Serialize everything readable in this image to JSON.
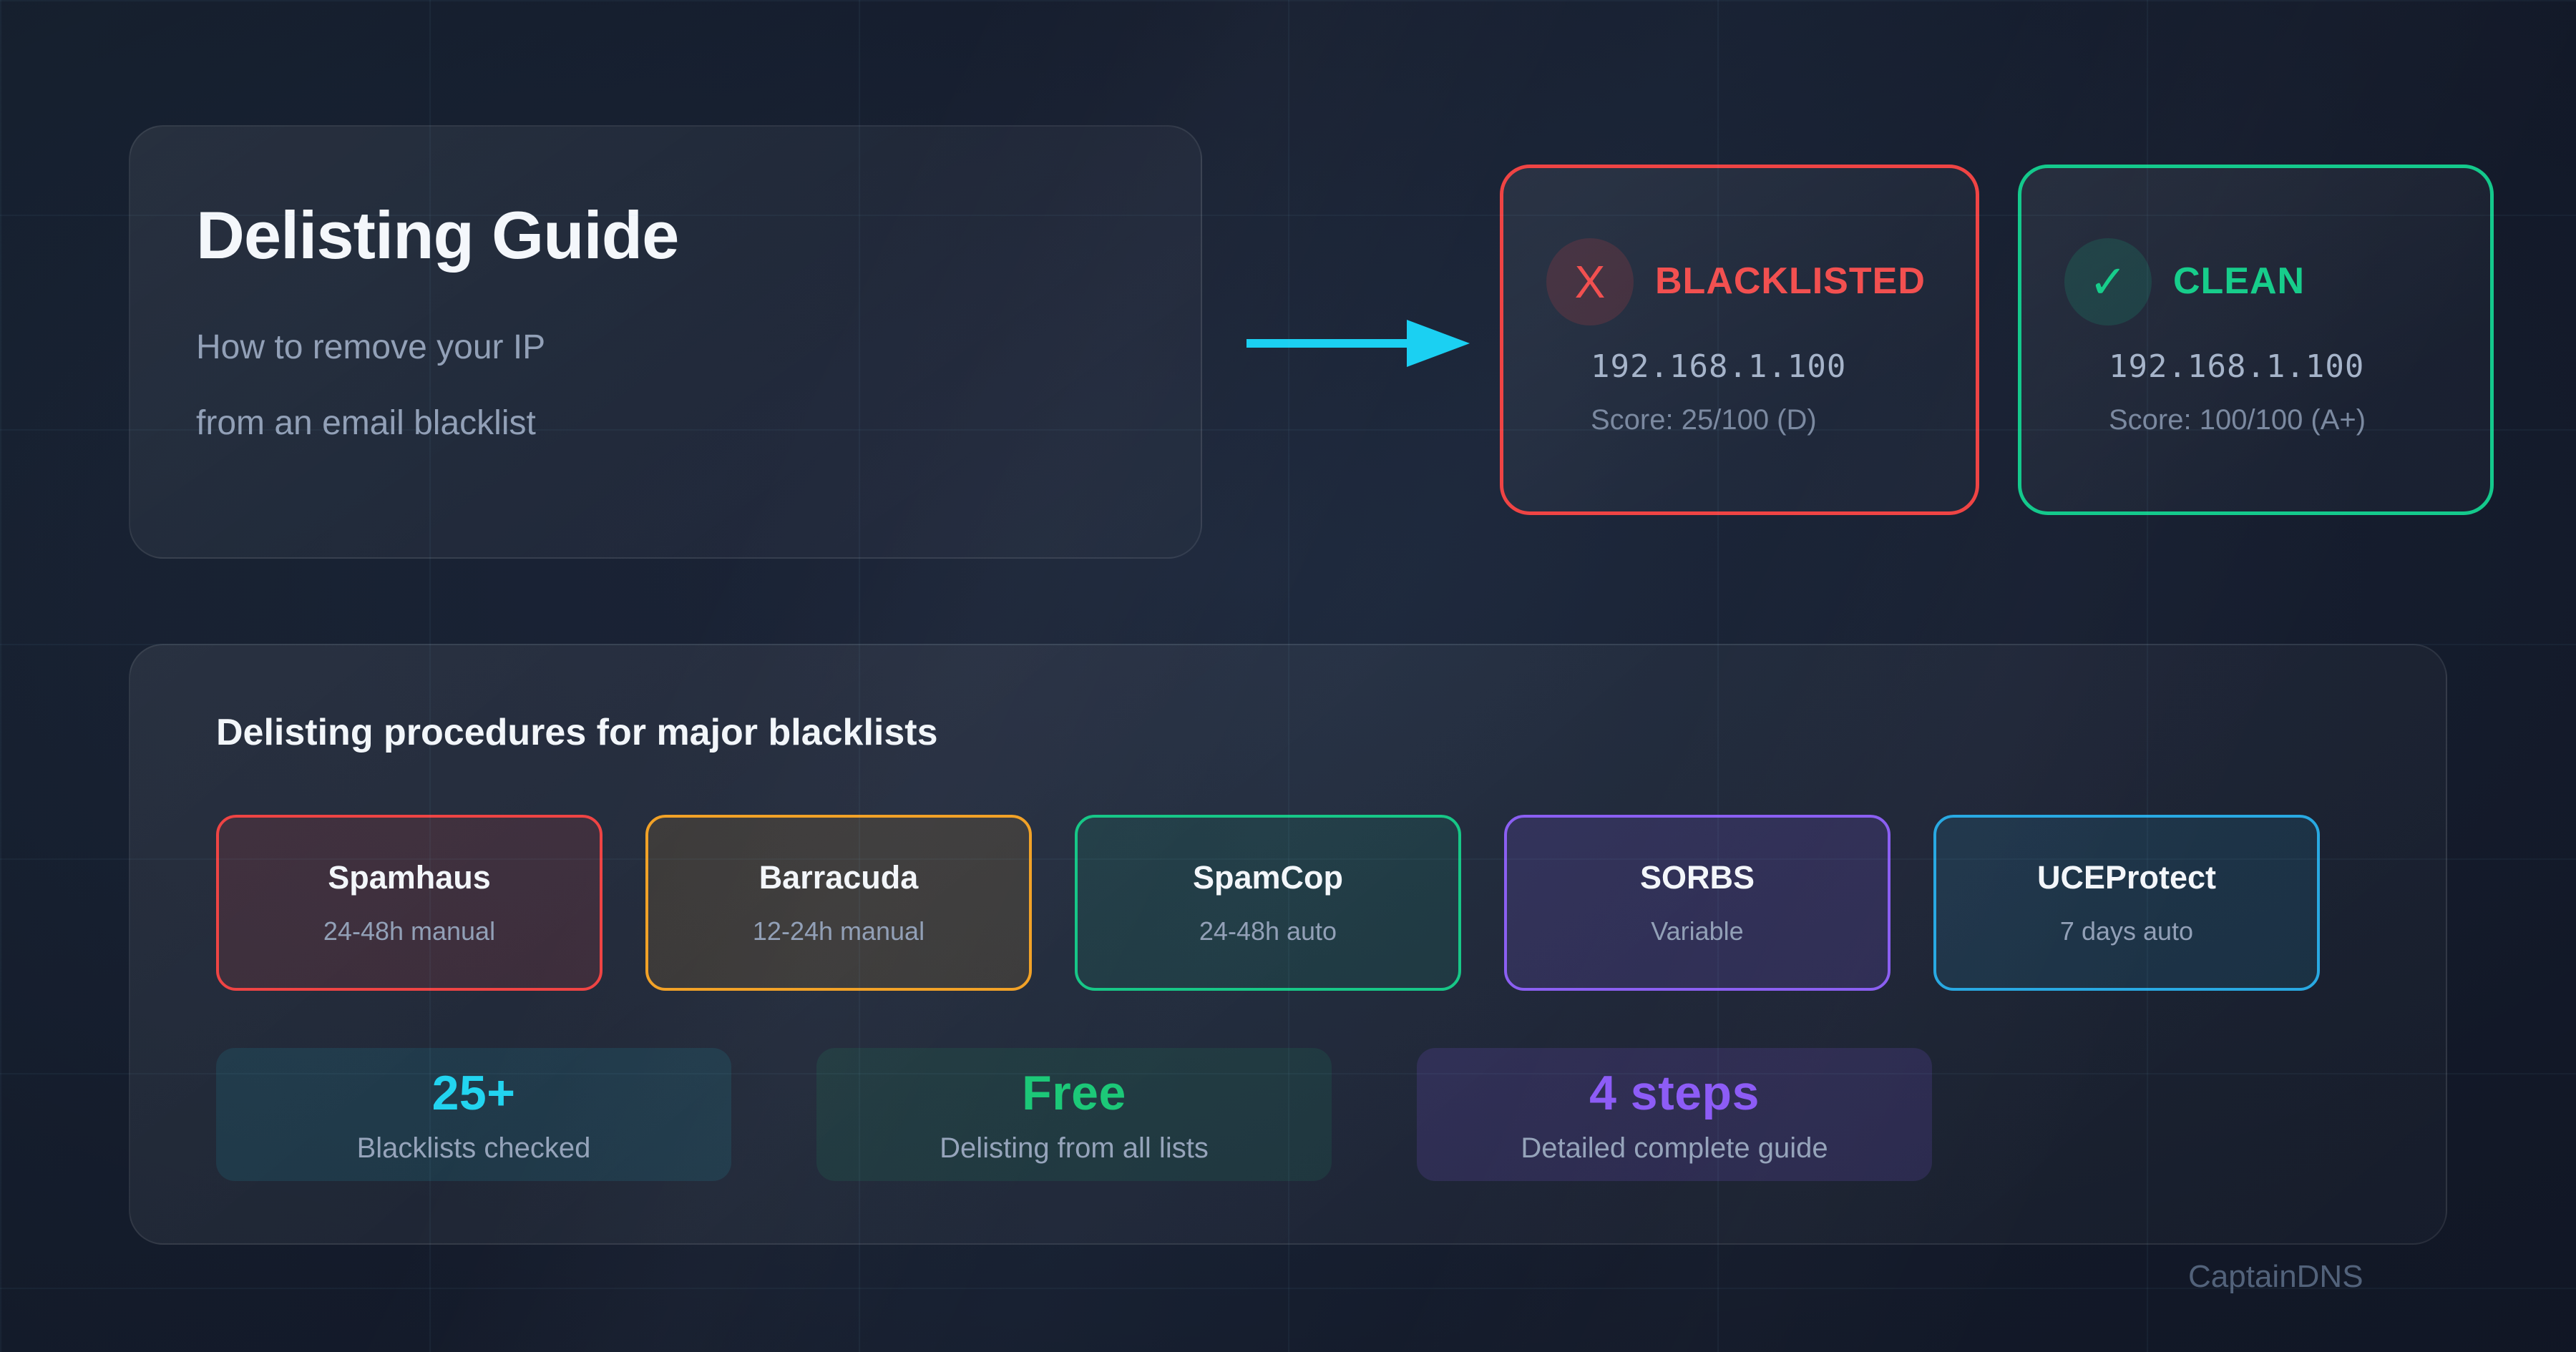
{
  "page": {
    "brand": "CaptainDNS",
    "bg": "#141b2b"
  },
  "header": {
    "title": "Delisting Guide",
    "subtitle_lines": [
      "How to remove your IP",
      "from an email blacklist"
    ]
  },
  "arrow": {
    "color": "#1bd0f2"
  },
  "status_cards": [
    {
      "label": "BLACKLISTED",
      "icon_glyph": "X",
      "ip": "192.168.1.100",
      "score": "Score: 25/100 (D)",
      "accent": "#ef4444",
      "label_color": "#f25050",
      "icon_bg": "rgba(239,68,68,0.16)"
    },
    {
      "label": "CLEAN",
      "icon_glyph": "✓",
      "ip": "192.168.1.100",
      "score": "Score: 100/100 (A+)",
      "accent": "#14c98c",
      "label_color": "#17cd8b",
      "icon_bg": "rgba(20,201,140,0.15)"
    }
  ],
  "procedures": {
    "heading": "Delisting procedures for major blacklists",
    "items": [
      {
        "name": "Spamhaus",
        "time": "24-48h manual",
        "accent": "#ef4444",
        "tint": "rgba(239,68,68,0.13)"
      },
      {
        "name": "Barracuda",
        "time": "12-24h manual",
        "accent": "#f2a227",
        "tint": "rgba(242,162,39,0.12)"
      },
      {
        "name": "SpamCop",
        "time": "24-48h auto",
        "accent": "#17c787",
        "tint": "rgba(23,199,135,0.10)"
      },
      {
        "name": "SORBS",
        "time": "Variable",
        "accent": "#8b5ff2",
        "tint": "rgba(139,95,242,0.16)"
      },
      {
        "name": "UCEProtect",
        "time": "7 days auto",
        "accent": "#29a9e2",
        "tint": "rgba(41,169,226,0.12)"
      }
    ]
  },
  "stats": [
    {
      "value": "25+",
      "label": "Blacklists checked",
      "accent": "#22d4f0",
      "tint": "rgba(34,212,240,0.10)"
    },
    {
      "value": "Free",
      "label": "Delisting from all lists",
      "accent": "#1cc878",
      "tint": "rgba(28,200,120,0.10)"
    },
    {
      "value": "4 steps",
      "label": "Detailed complete guide",
      "accent": "#8d5cf6",
      "tint": "rgba(141,92,246,0.15)"
    }
  ]
}
